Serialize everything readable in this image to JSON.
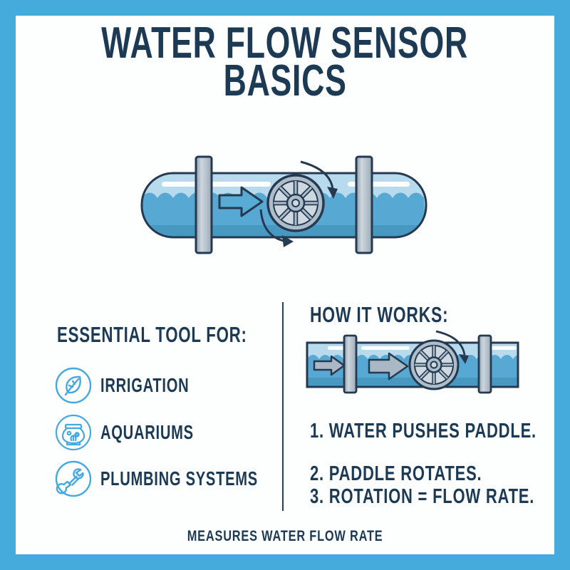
{
  "poster": {
    "title_line1": "WATER FLOW SENSOR",
    "title_line2": "BASICS",
    "footer_caption": "MEASURES WATER FLOW RATE"
  },
  "left_panel": {
    "heading": "ESSENTIAL TOOL FOR:",
    "items": [
      {
        "icon": "leaf-icon",
        "label": "IRRIGATION"
      },
      {
        "icon": "aquarium-icon",
        "label": "AQUARIUMS"
      },
      {
        "icon": "wrench-icon",
        "label": "PLUMBING SYSTEMS"
      }
    ]
  },
  "right_panel": {
    "heading": "HOW IT WORKS:",
    "steps": [
      "1. WATER PUSHES PADDLE.",
      "2. PADDLE ROTATES.",
      "3. ROTATION = FLOW RATE."
    ]
  },
  "colors": {
    "frame_blue": "#44abdc",
    "text_navy": "#1d3a55",
    "outline_navy": "#253a50",
    "icon_blue": "#45a9dd",
    "water_light": "#b7daed",
    "water_mid": "#57a9d3",
    "water_dark": "#4899c2",
    "metal_gray": "#aab8c5"
  }
}
